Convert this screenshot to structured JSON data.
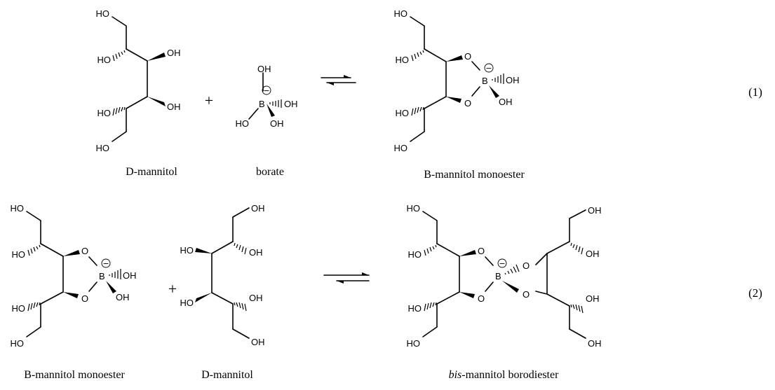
{
  "labels": {
    "ho": "HO",
    "oh": "OH",
    "o": "O",
    "b": "B",
    "minus": "−"
  },
  "plus_sign": "+",
  "reaction_1": {
    "reactant_1": "D-mannitol",
    "reactant_2": "borate",
    "product": "B-mannitol monoester",
    "number": "(1)"
  },
  "reaction_2": {
    "reactant_1": "B-mannitol monoester",
    "reactant_2": "D-mannitol",
    "product_italic": "bis",
    "product_rest": "-mannitol borodiester",
    "number": "(2)"
  }
}
